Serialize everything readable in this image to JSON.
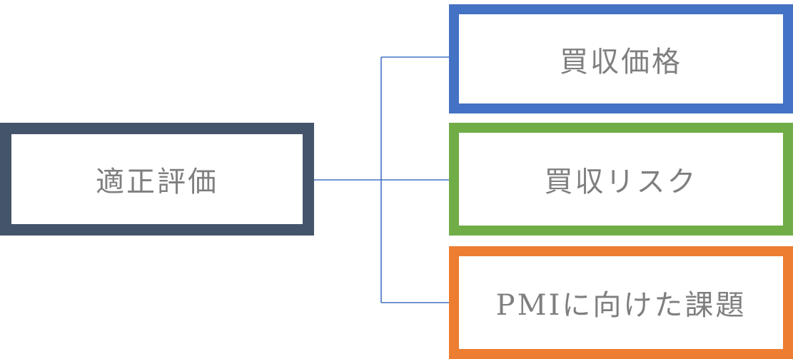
{
  "diagram": {
    "root": {
      "label": "適正評価",
      "border_color": "#44546a"
    },
    "children": [
      {
        "label": "買収価格",
        "border_color": "#4472c4"
      },
      {
        "label": "買収リスク",
        "border_color": "#70ad47"
      },
      {
        "label": "PMIに向けた課題",
        "border_color": "#ed7d31"
      }
    ],
    "connector_color": "#4472c4",
    "text_color": "#7f7f7f"
  }
}
